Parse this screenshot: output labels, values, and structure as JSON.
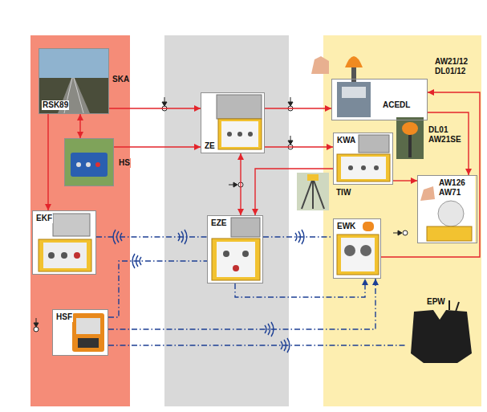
{
  "diagram": {
    "nodes": [
      {
        "text": [
          "RSK89",
          "SKA"
        ]
      },
      {
        "text": [
          "HS"
        ]
      },
      {
        "text": [
          "EKF"
        ]
      },
      {
        "text": [
          "HSF"
        ]
      },
      {
        "text": [
          "ZE"
        ]
      },
      {
        "text": [
          "EZE"
        ]
      },
      {
        "text": [
          "ACEDL",
          "AW21/12 DL01/12"
        ]
      },
      {
        "text": [
          "KWA"
        ]
      },
      {
        "text": [
          "AW126 AW71"
        ]
      },
      {
        "text": [
          "EWK"
        ]
      },
      {
        "text": [
          "EPW"
        ]
      }
    ],
    "edges": [
      {
        "from": 0,
        "to": 4,
        "arrow": "to"
      },
      {
        "from": 4,
        "to": 6,
        "arrow": "to"
      },
      {
        "from": 1,
        "to": 4,
        "arrow": "to"
      },
      {
        "from": 4,
        "to": 7,
        "arrow": "to"
      },
      {
        "from": 0,
        "to": 1,
        "arrow": "both"
      },
      {
        "from": 0,
        "to": 2,
        "arrow": "to"
      },
      {
        "from": 4,
        "to": 5,
        "arrow": "both"
      },
      {
        "from": 7,
        "to": 5,
        "arrow": "to"
      },
      {
        "from": 6,
        "to": 8,
        "arrow": "to"
      },
      {
        "from": 7,
        "to": 8,
        "arrow": "to"
      },
      {
        "from": 9,
        "to": 6,
        "arrow": "to"
      },
      {
        "from": 2,
        "to": 5,
        "arrow": "none"
      },
      {
        "from": 3,
        "to": 5,
        "arrow": "none"
      },
      {
        "from": 5,
        "to": 9,
        "arrow": "none"
      },
      {
        "from": 5,
        "to": 9,
        "arrow": "to"
      },
      {
        "from": 3,
        "to": 9,
        "arrow": "to"
      },
      {
        "from": 3,
        "to": 10,
        "arrow": "none"
      }
    ],
    "labels": [
      "DL01 AW21SE",
      "TIW"
    ]
  }
}
